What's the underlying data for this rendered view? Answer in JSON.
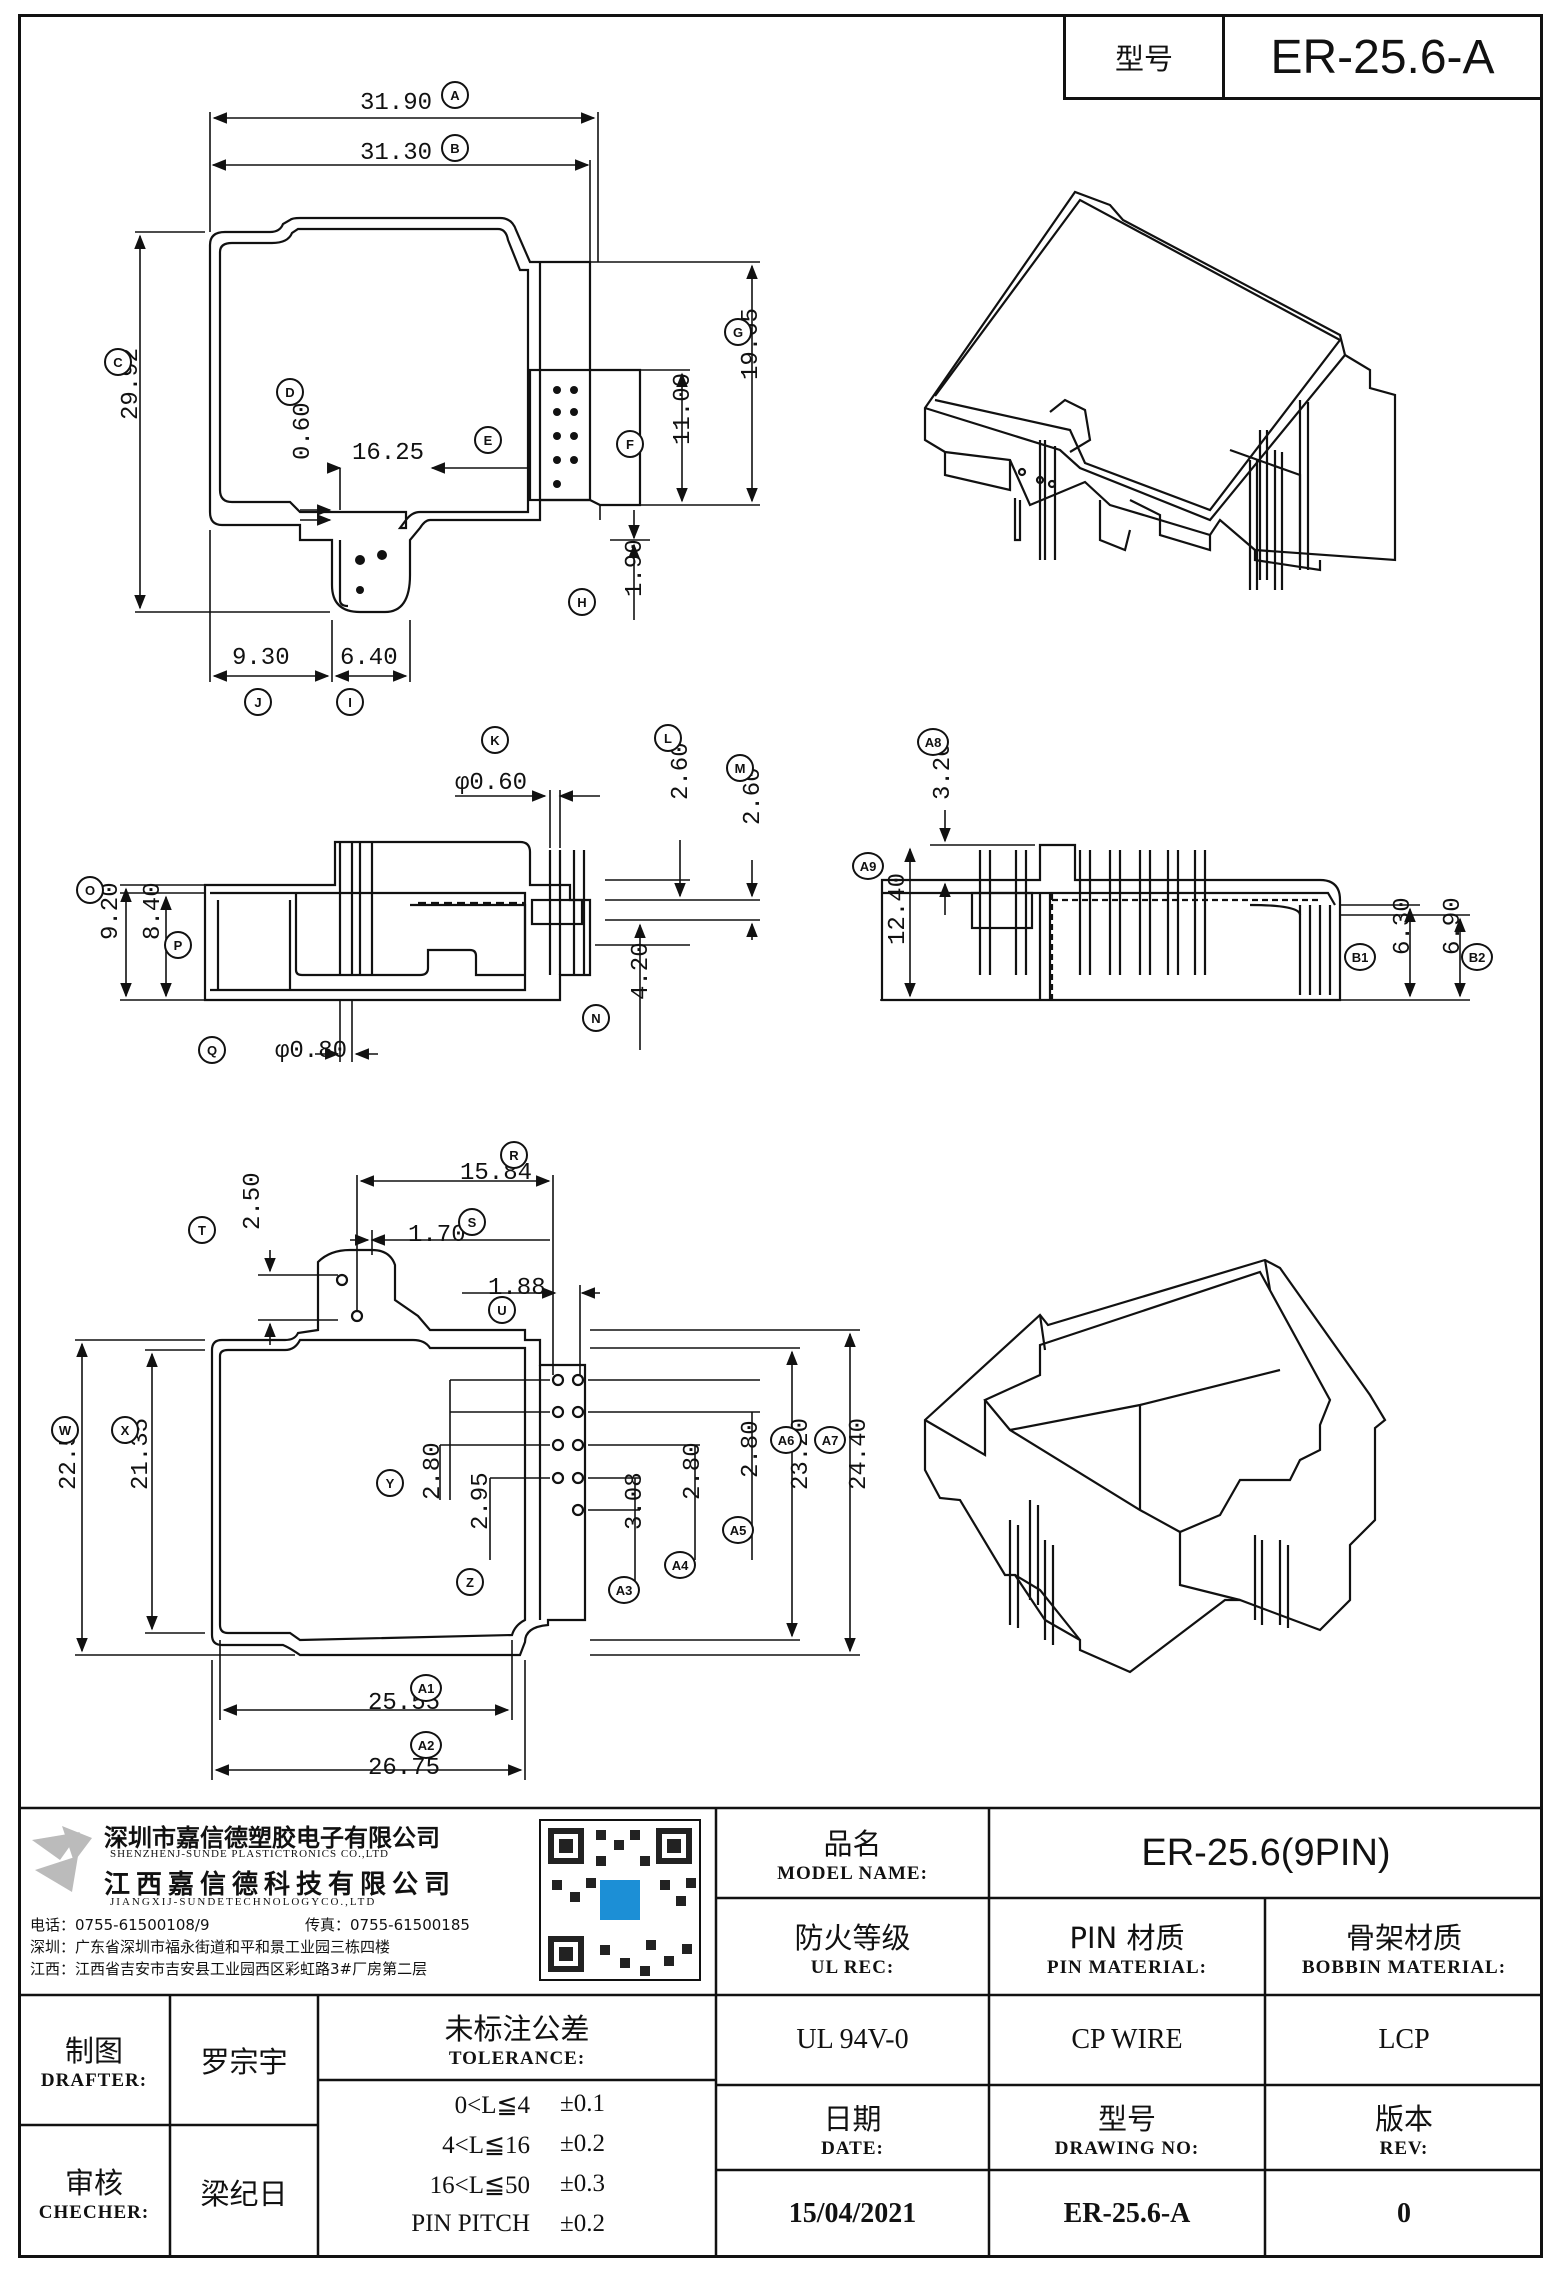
{
  "header": {
    "label": "型号",
    "model": "ER-25.6-A"
  },
  "company": {
    "name_sz": "深圳市嘉信德塑胶电子有限公司",
    "name_sz_en": "SHENZHENJ-SUNDE PLASTICTRONICS CO.,LTD",
    "name_jx": "江西嘉信德科技有限公司",
    "name_jx_en": "JIANGXIJ-SUNDETECHNOLOGYCO.,LTD",
    "tel": "电话：0755-61500108/9",
    "fax": "传真：0755-61500185",
    "addr_sz": "深圳：广东省深圳市福永街道和平和景工业园三栋四楼",
    "addr_jx": "江西：江西省吉安市吉安县工业园西区彩虹路3#厂房第二层"
  },
  "info": {
    "model_name_cn": "品名",
    "model_name_en": "MODEL NAME:",
    "model_name_value": "ER-25.6(9PIN)",
    "ul_cn": "防火等级",
    "ul_en": "UL REC:",
    "ul_value": "UL 94V-0",
    "pin_cn": "PIN 材质",
    "pin_en": "PIN MATERIAL:",
    "pin_value": "CP WIRE",
    "bobbin_cn": "骨架材质",
    "bobbin_en": "BOBBIN MATERIAL:",
    "bobbin_value": "LCP",
    "date_cn": "日期",
    "date_en": "DATE:",
    "date_value": "15/04/2021",
    "drawing_cn": "型号",
    "drawing_en": "DRAWING NO:",
    "drawing_value": "ER-25.6-A",
    "rev_cn": "版本",
    "rev_en": "REV:",
    "rev_value": "0",
    "drafter_cn": "制图",
    "drafter_en": "DRAFTER:",
    "drafter_name": "罗宗宇",
    "checker_cn": "审核",
    "checker_en": "CHECHER:",
    "checker_name": "梁纪日",
    "tolerance_cn": "未标注公差",
    "tolerance_en": "TOLERANCE:",
    "tolerances": [
      {
        "range": "0<L≦4",
        "value": "±0.1"
      },
      {
        "range": "4<L≦16",
        "value": "±0.2"
      },
      {
        "range": "16<L≦50",
        "value": "±0.3"
      },
      {
        "range": "PIN PITCH",
        "value": "±0.2"
      }
    ]
  },
  "dimensions": {
    "top": [
      {
        "value": "31.90",
        "tag": "A"
      },
      {
        "value": "31.30",
        "tag": "B"
      },
      {
        "value": "29.92",
        "tag": "C"
      },
      {
        "value": "0.60",
        "tag": "D"
      },
      {
        "value": "16.25",
        "tag": "E"
      },
      {
        "value": "11.00",
        "tag": "F"
      },
      {
        "value": "19.65",
        "tag": "G"
      },
      {
        "value": "1.90",
        "tag": "H"
      },
      {
        "value": "6.40",
        "tag": "I"
      },
      {
        "value": "9.30",
        "tag": "J"
      }
    ],
    "side": [
      {
        "value": "φ0.60",
        "tag": "K"
      },
      {
        "value": "2.60",
        "tag": "L"
      },
      {
        "value": "2.60",
        "tag": "M"
      },
      {
        "value": "4.20",
        "tag": "N"
      },
      {
        "value": "9.20",
        "tag": "O"
      },
      {
        "value": "8.40",
        "tag": "P"
      },
      {
        "value": "φ0.80",
        "tag": "Q"
      }
    ],
    "end": [
      {
        "value": "3.20",
        "tag": "A8"
      },
      {
        "value": "12.40",
        "tag": "A9"
      },
      {
        "value": "6.30",
        "tag": "B1"
      },
      {
        "value": "6.90",
        "tag": "B2"
      }
    ],
    "bottom": [
      {
        "value": "15.84",
        "tag": "R"
      },
      {
        "value": "1.70",
        "tag": "S"
      },
      {
        "value": "2.50",
        "tag": "T"
      },
      {
        "value": "1.88",
        "tag": "U"
      },
      {
        "value": "22.55",
        "tag": "W"
      },
      {
        "value": "21.35",
        "tag": "X"
      },
      {
        "value": "2.80",
        "tag": "Y"
      },
      {
        "value": "2.95",
        "tag": "Z"
      },
      {
        "value": "25.55",
        "tag": "A1"
      },
      {
        "value": "26.75",
        "tag": "A2"
      },
      {
        "value": "3.08",
        "tag": "A3"
      },
      {
        "value": "2.80",
        "tag": "A4"
      },
      {
        "value": "2.80",
        "tag": "A5"
      },
      {
        "value": "23.20",
        "tag": "A6"
      },
      {
        "value": "24.40",
        "tag": "A7"
      }
    ]
  }
}
